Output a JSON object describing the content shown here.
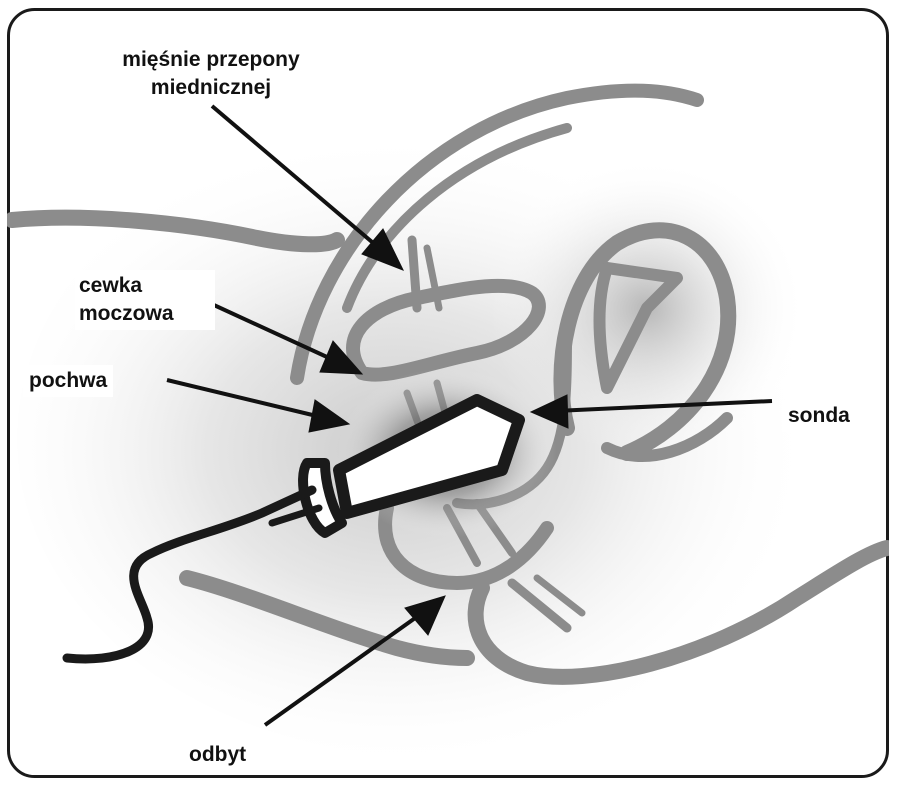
{
  "labels": {
    "muscles_line1": "mięśnie przepony",
    "muscles_line2": "miednicznej",
    "urethra_line1": "cewka",
    "urethra_line2": "moczowa",
    "vagina": "pochwa",
    "probe": "sonda",
    "anus": "odbyt"
  },
  "colors": {
    "anatomy_stroke": "#8c8c8c",
    "probe": "#1a1a1a",
    "arrow": "#111111",
    "frame": "#1a1a1a",
    "shadow": "#9a9a9a"
  }
}
